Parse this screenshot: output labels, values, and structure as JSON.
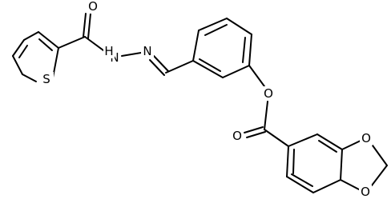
{
  "atoms": {
    "O_carbonyl_amide": "O",
    "S_thiophene": "S",
    "N_hydrazide": "N",
    "H_hydrazide": "H",
    "N_imine": "N",
    "O_ester": "O",
    "O_carbonyl_ester": "O",
    "O_dioxole_top": "O",
    "O_dioxole_bottom": "O"
  }
}
